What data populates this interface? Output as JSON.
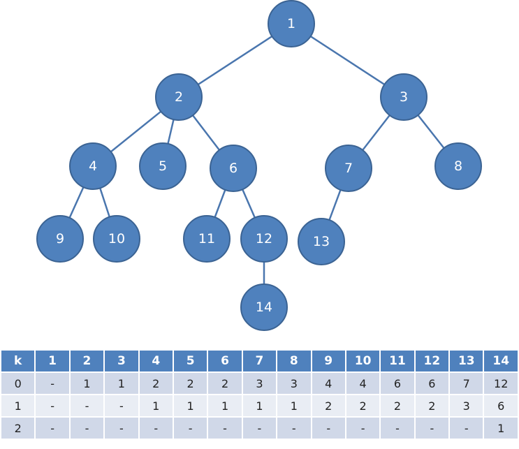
{
  "tree": {
    "nodes": [
      {
        "id": "1",
        "label": "1"
      },
      {
        "id": "2",
        "label": "2"
      },
      {
        "id": "3",
        "label": "3"
      },
      {
        "id": "4",
        "label": "4"
      },
      {
        "id": "5",
        "label": "5"
      },
      {
        "id": "6",
        "label": "6"
      },
      {
        "id": "7",
        "label": "7"
      },
      {
        "id": "8",
        "label": "8"
      },
      {
        "id": "9",
        "label": "9"
      },
      {
        "id": "10",
        "label": "10"
      },
      {
        "id": "11",
        "label": "11"
      },
      {
        "id": "12",
        "label": "12"
      },
      {
        "id": "13",
        "label": "13"
      },
      {
        "id": "14",
        "label": "14"
      }
    ],
    "edges": [
      [
        "1",
        "2"
      ],
      [
        "1",
        "3"
      ],
      [
        "2",
        "4"
      ],
      [
        "2",
        "5"
      ],
      [
        "2",
        "6"
      ],
      [
        "3",
        "7"
      ],
      [
        "3",
        "8"
      ],
      [
        "4",
        "9"
      ],
      [
        "4",
        "10"
      ],
      [
        "6",
        "11"
      ],
      [
        "6",
        "12"
      ],
      [
        "7",
        "13"
      ],
      [
        "12",
        "14"
      ]
    ]
  },
  "table": {
    "headers": [
      "k",
      "1",
      "2",
      "3",
      "4",
      "5",
      "6",
      "7",
      "8",
      "9",
      "10",
      "11",
      "12",
      "13",
      "14"
    ],
    "rows": [
      [
        "0",
        "-",
        "1",
        "1",
        "2",
        "2",
        "2",
        "3",
        "3",
        "4",
        "4",
        "6",
        "6",
        "7",
        "12"
      ],
      [
        "1",
        "-",
        "-",
        "-",
        "1",
        "1",
        "1",
        "1",
        "1",
        "2",
        "2",
        "2",
        "2",
        "3",
        "6"
      ],
      [
        "2",
        "-",
        "-",
        "-",
        "-",
        "-",
        "-",
        "-",
        "-",
        "-",
        "-",
        "-",
        "-",
        "-",
        "1"
      ]
    ]
  }
}
